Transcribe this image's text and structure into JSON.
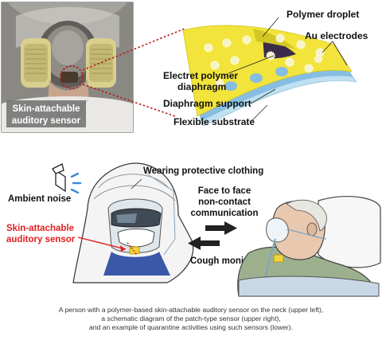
{
  "top": {
    "photo_label_line1": "Skin-attachable",
    "photo_label_line2": "auditory sensor",
    "labels": {
      "polymer_droplet": "Polymer droplet",
      "au_electrodes": "Au electrodes",
      "electret_line1": "Electret polymer",
      "electret_line2": "diaphragm",
      "diaphragm_support": "Diaphragm support",
      "flexible_substrate": "Flexible substrate"
    }
  },
  "bottom": {
    "labels": {
      "wearing_clothing": "Wearing protective clothing",
      "ambient_noise": "Ambient noise",
      "sensor_line1": "Skin-attachable",
      "sensor_line2": "auditory sensor",
      "face_line1": "Face to face",
      "face_line2": "non-contact",
      "face_line3": "communication",
      "cough_monitoring": "Cough monitoring"
    }
  },
  "caption": {
    "line1": "A person with a polymer-based skin-attachable auditory sensor on the neck (upper left),",
    "line2": "a schematic diagram of the patch-type sensor (upper right),",
    "line3": "and an example of quarantine activities using such sensors (lower)."
  },
  "colors": {
    "patch_yellow": "#f2e43a",
    "diaphragm_blue": "#8fc3e6",
    "sensor_red": "#e02020",
    "dotted_red": "#b0201a"
  }
}
